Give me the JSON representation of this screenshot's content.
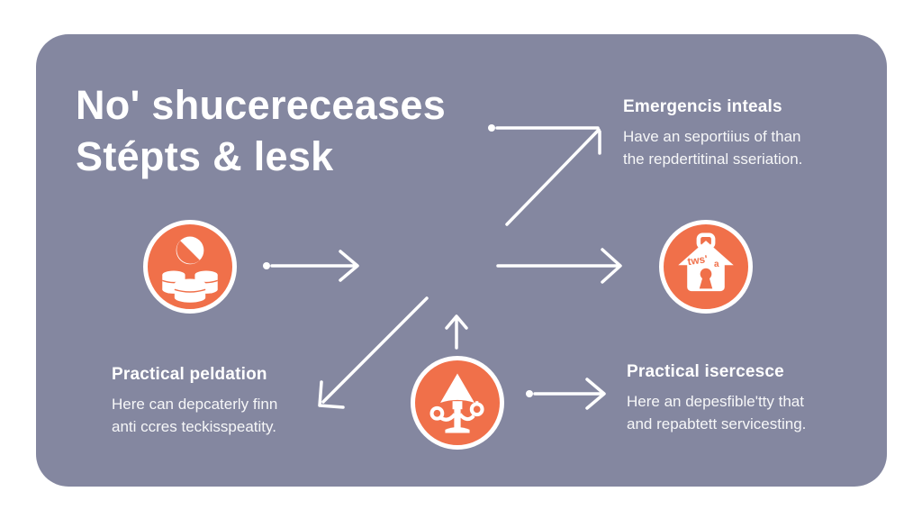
{
  "card": {
    "title": {
      "line1": "No' shucereceases",
      "line2": "Stépts & lesk"
    }
  },
  "blocks": {
    "emergency": {
      "heading": "Emergencis inteals",
      "line1": "Have an seportiius of than",
      "line2": "the repdertitinal sseriation."
    },
    "practical_left": {
      "heading": "Practical peldation",
      "line1": "Here can depcaterly finn",
      "line2": "anti ccres teckisspeatity."
    },
    "practical_right": {
      "heading": "Practical isercesce",
      "line1": "Here an depesfible'tty that",
      "line2": "and repabtett servicesting."
    }
  },
  "icons": {
    "finance": "pie-chart-coins-icon",
    "lockbox": "house-lockbox-icon",
    "lamp": "lamp-balance-icon"
  },
  "colors": {
    "page_bg": "#FFFFFF",
    "card_bg": "#8487A0",
    "accent_orange": "#F0704A",
    "text": "#FFFFFF",
    "arrow": "#FFFFFF"
  }
}
